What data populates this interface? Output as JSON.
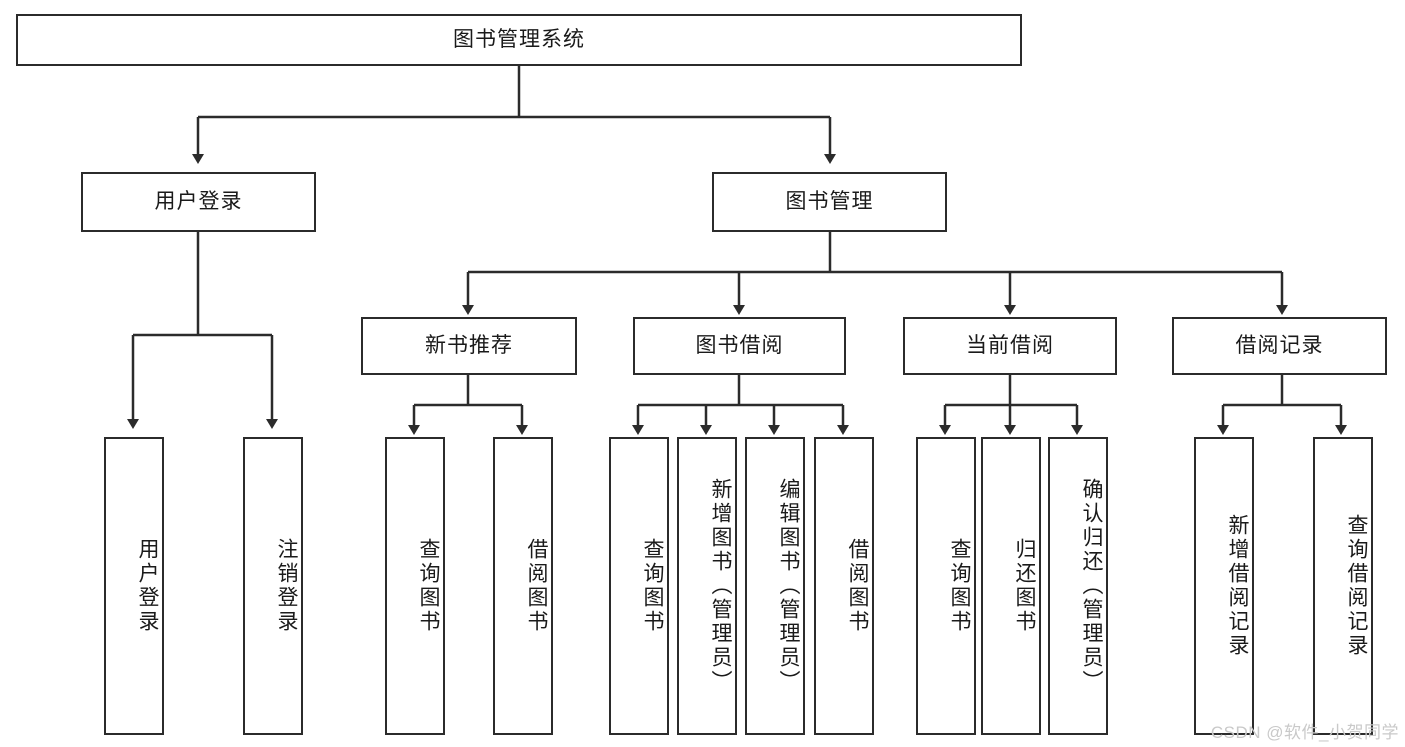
{
  "diagram": {
    "title_node": {
      "label": "图书管理系统"
    },
    "level2": [
      {
        "id": "user-login",
        "label": "用户登录"
      },
      {
        "id": "book-manage",
        "label": "图书管理"
      }
    ],
    "level3": [
      {
        "id": "new-book-rec",
        "label": "新书推荐"
      },
      {
        "id": "book-borrow",
        "label": "图书借阅"
      },
      {
        "id": "current-borrow",
        "label": "当前借阅"
      },
      {
        "id": "borrow-record",
        "label": "借阅记录"
      }
    ],
    "leaves": {
      "user_login": [
        {
          "id": "leaf-user-login",
          "label": "用户登录"
        },
        {
          "id": "leaf-logout-login",
          "label": "注销登录"
        }
      ],
      "new_book_rec": [
        {
          "id": "leaf-query-book-1",
          "label": "查询图书"
        },
        {
          "id": "leaf-borrow-book-1",
          "label": "借阅图书"
        }
      ],
      "book_borrow": [
        {
          "id": "leaf-query-book-2",
          "label": "查询图书"
        },
        {
          "id": "leaf-add-book",
          "label": "新增图书（管理员）"
        },
        {
          "id": "leaf-edit-book",
          "label": "编辑图书（管理员）"
        },
        {
          "id": "leaf-borrow-book-2",
          "label": "借阅图书"
        }
      ],
      "current_borrow": [
        {
          "id": "leaf-query-book-3",
          "label": "查询图书"
        },
        {
          "id": "leaf-return-book",
          "label": "归还图书"
        },
        {
          "id": "leaf-confirm-return",
          "label": "确认归还（管理员）"
        }
      ],
      "borrow_record": [
        {
          "id": "leaf-add-record",
          "label": "新增借阅记录"
        },
        {
          "id": "leaf-query-record",
          "label": "查询借阅记录"
        }
      ]
    }
  },
  "watermark": {
    "text": "CSDN @软件_小贺同学"
  },
  "colors": {
    "stroke": "#2b2b2b",
    "fill": "#ffffff",
    "text": "#1a1a1a",
    "watermark": "#c9c9c9"
  }
}
